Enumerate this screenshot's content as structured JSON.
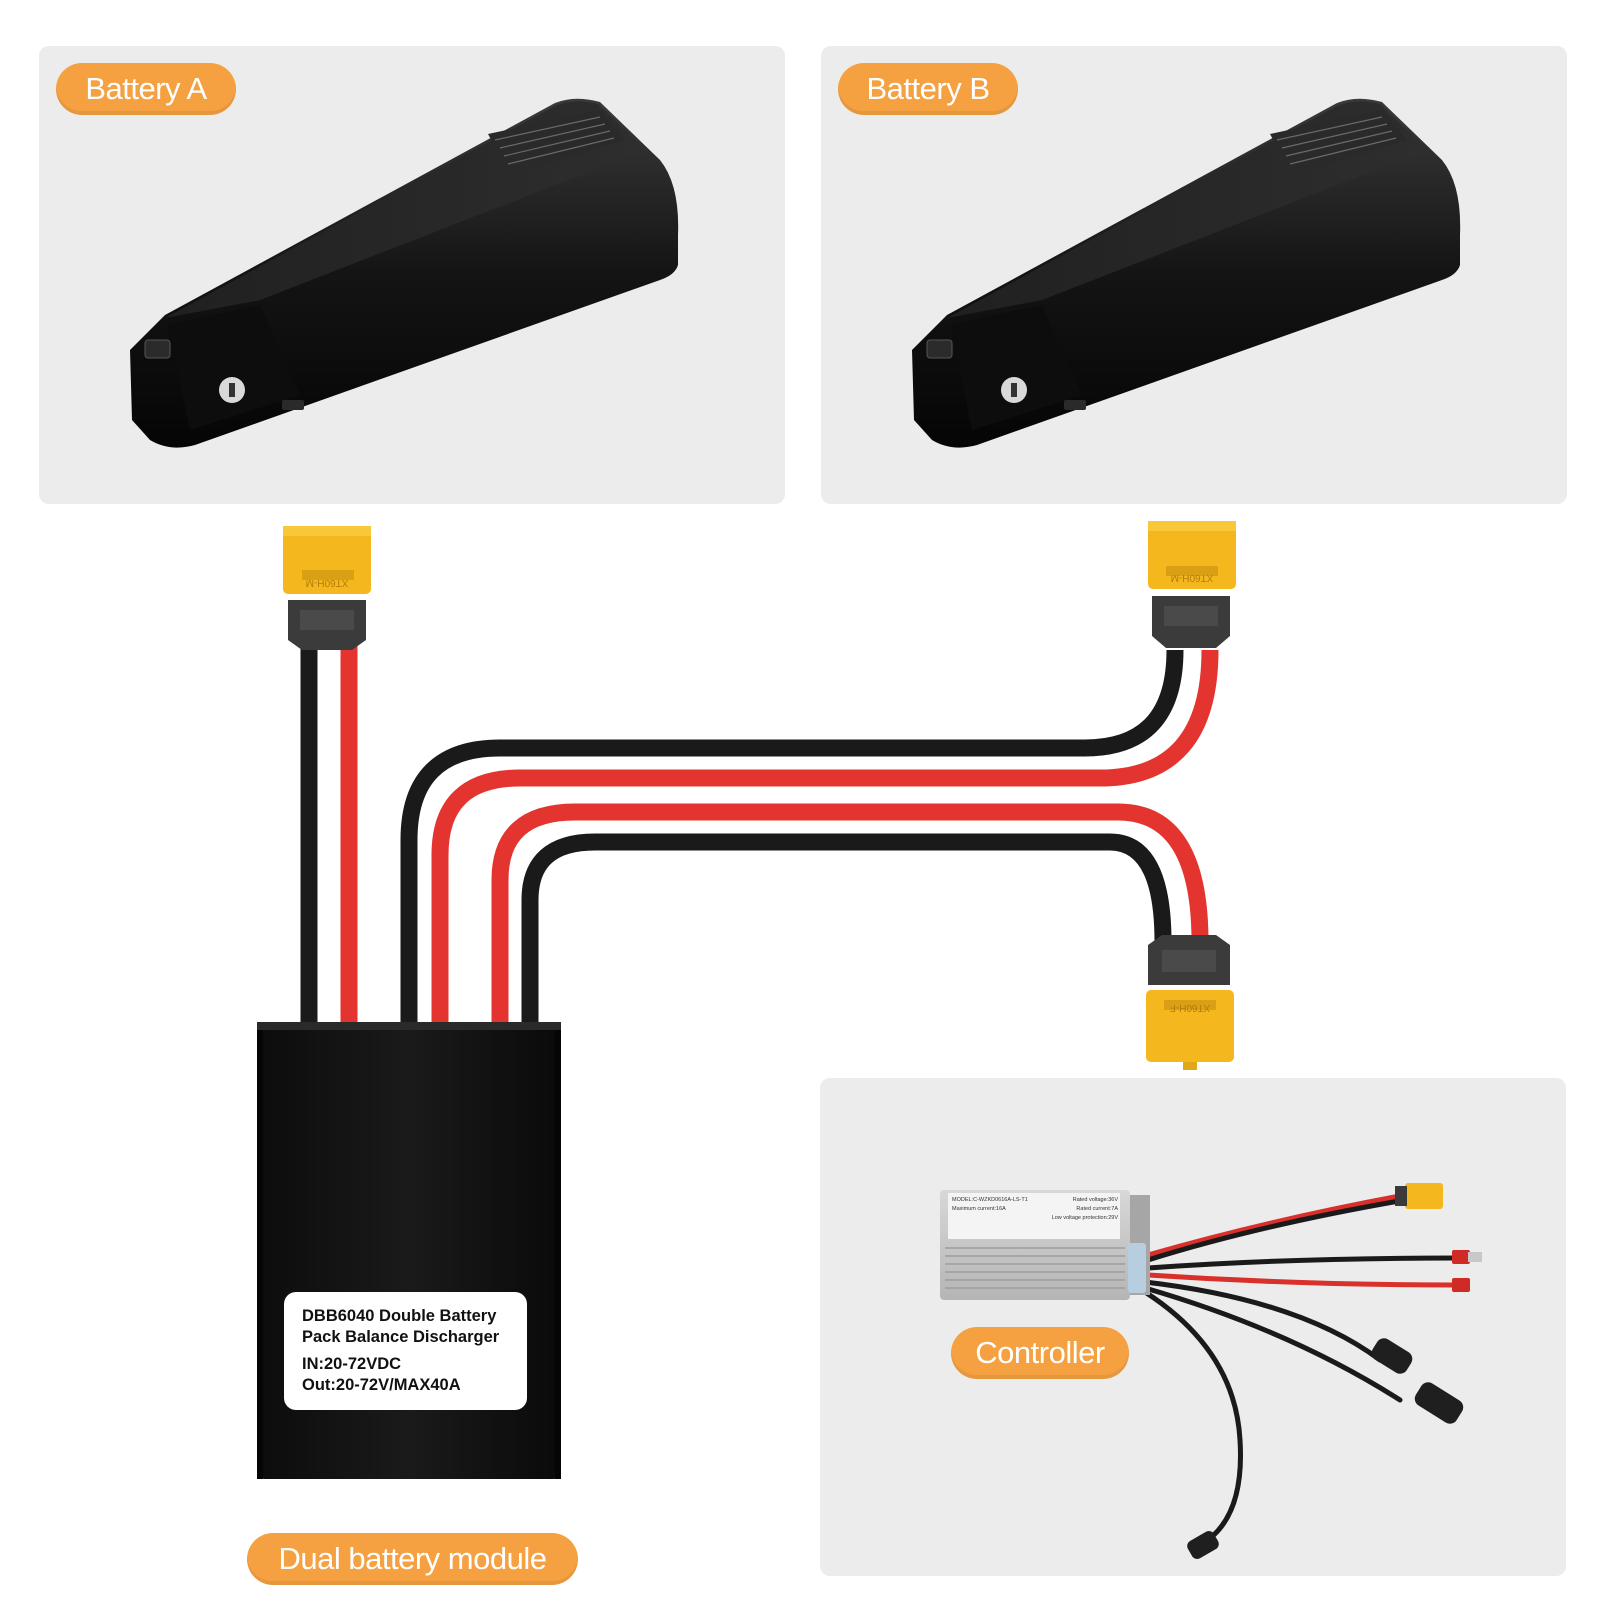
{
  "labels": {
    "battery_a": "Battery A",
    "battery_b": "Battery B",
    "controller": "Controller",
    "dual_module": "Dual battery module"
  },
  "module_label": {
    "line1": "DBB6040 Double Battery",
    "line2": "Pack Balance Discharger",
    "line3": "IN:20-72VDC",
    "line4": "Out:20-72V/MAX40A"
  },
  "connector_text": {
    "a": "XT60H-M",
    "b": "XT60H-M",
    "c": "XT60H-F"
  },
  "controller_label": {
    "model": "MODEL:C-WZKD0616A-LS-T1",
    "rated_voltage": "Rated voltage:36V",
    "max_current": "Maximum current:16A",
    "rated_current": "Rated current:7A",
    "low_voltage": "Low voltage protection:29V"
  },
  "colors": {
    "label_orange": "#f5a142",
    "panel_gray": "#ececec",
    "wire_red": "#e3342f",
    "wire_black": "#1a1a1a",
    "connector_yellow": "#f4b81e"
  }
}
